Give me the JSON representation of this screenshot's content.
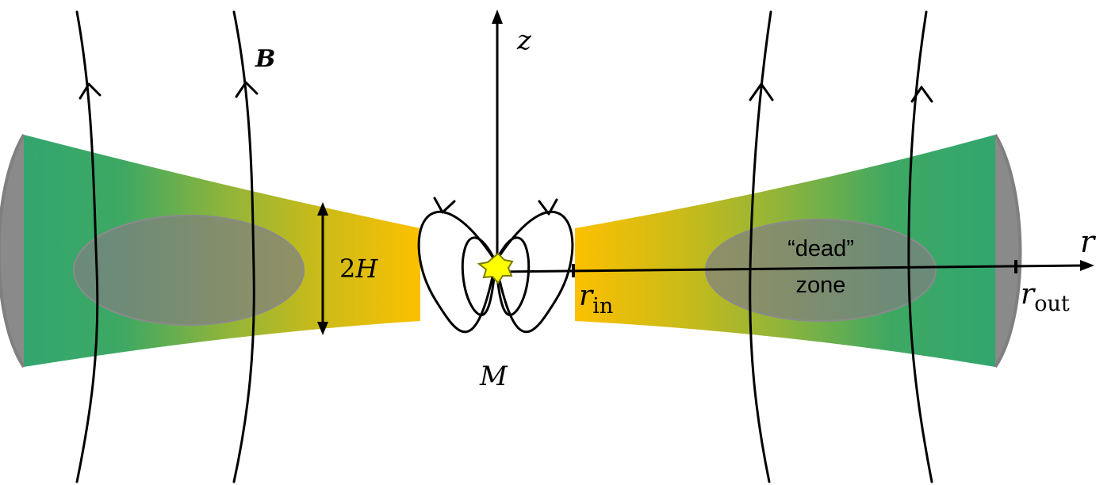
{
  "labels": {
    "z_axis": "z",
    "r_axis": "r",
    "field": "B",
    "thickness_prefix": "2",
    "thickness_var": "H",
    "mass": "M",
    "r_in_main": "r",
    "r_in_sub": "in",
    "r_out_main": "r",
    "r_out_sub": "out",
    "dead_zone_line1": "“dead”",
    "dead_zone_line2": "zone"
  },
  "colors": {
    "disk_outer": "#32a66f",
    "disk_inner": "#f9c000",
    "dead_zone_fill": "#808080",
    "dead_zone_stroke": "#8a8a8a",
    "disk_edge": "#7f7f7f",
    "star_fill": "#ffff00",
    "ink": "#000000"
  }
}
